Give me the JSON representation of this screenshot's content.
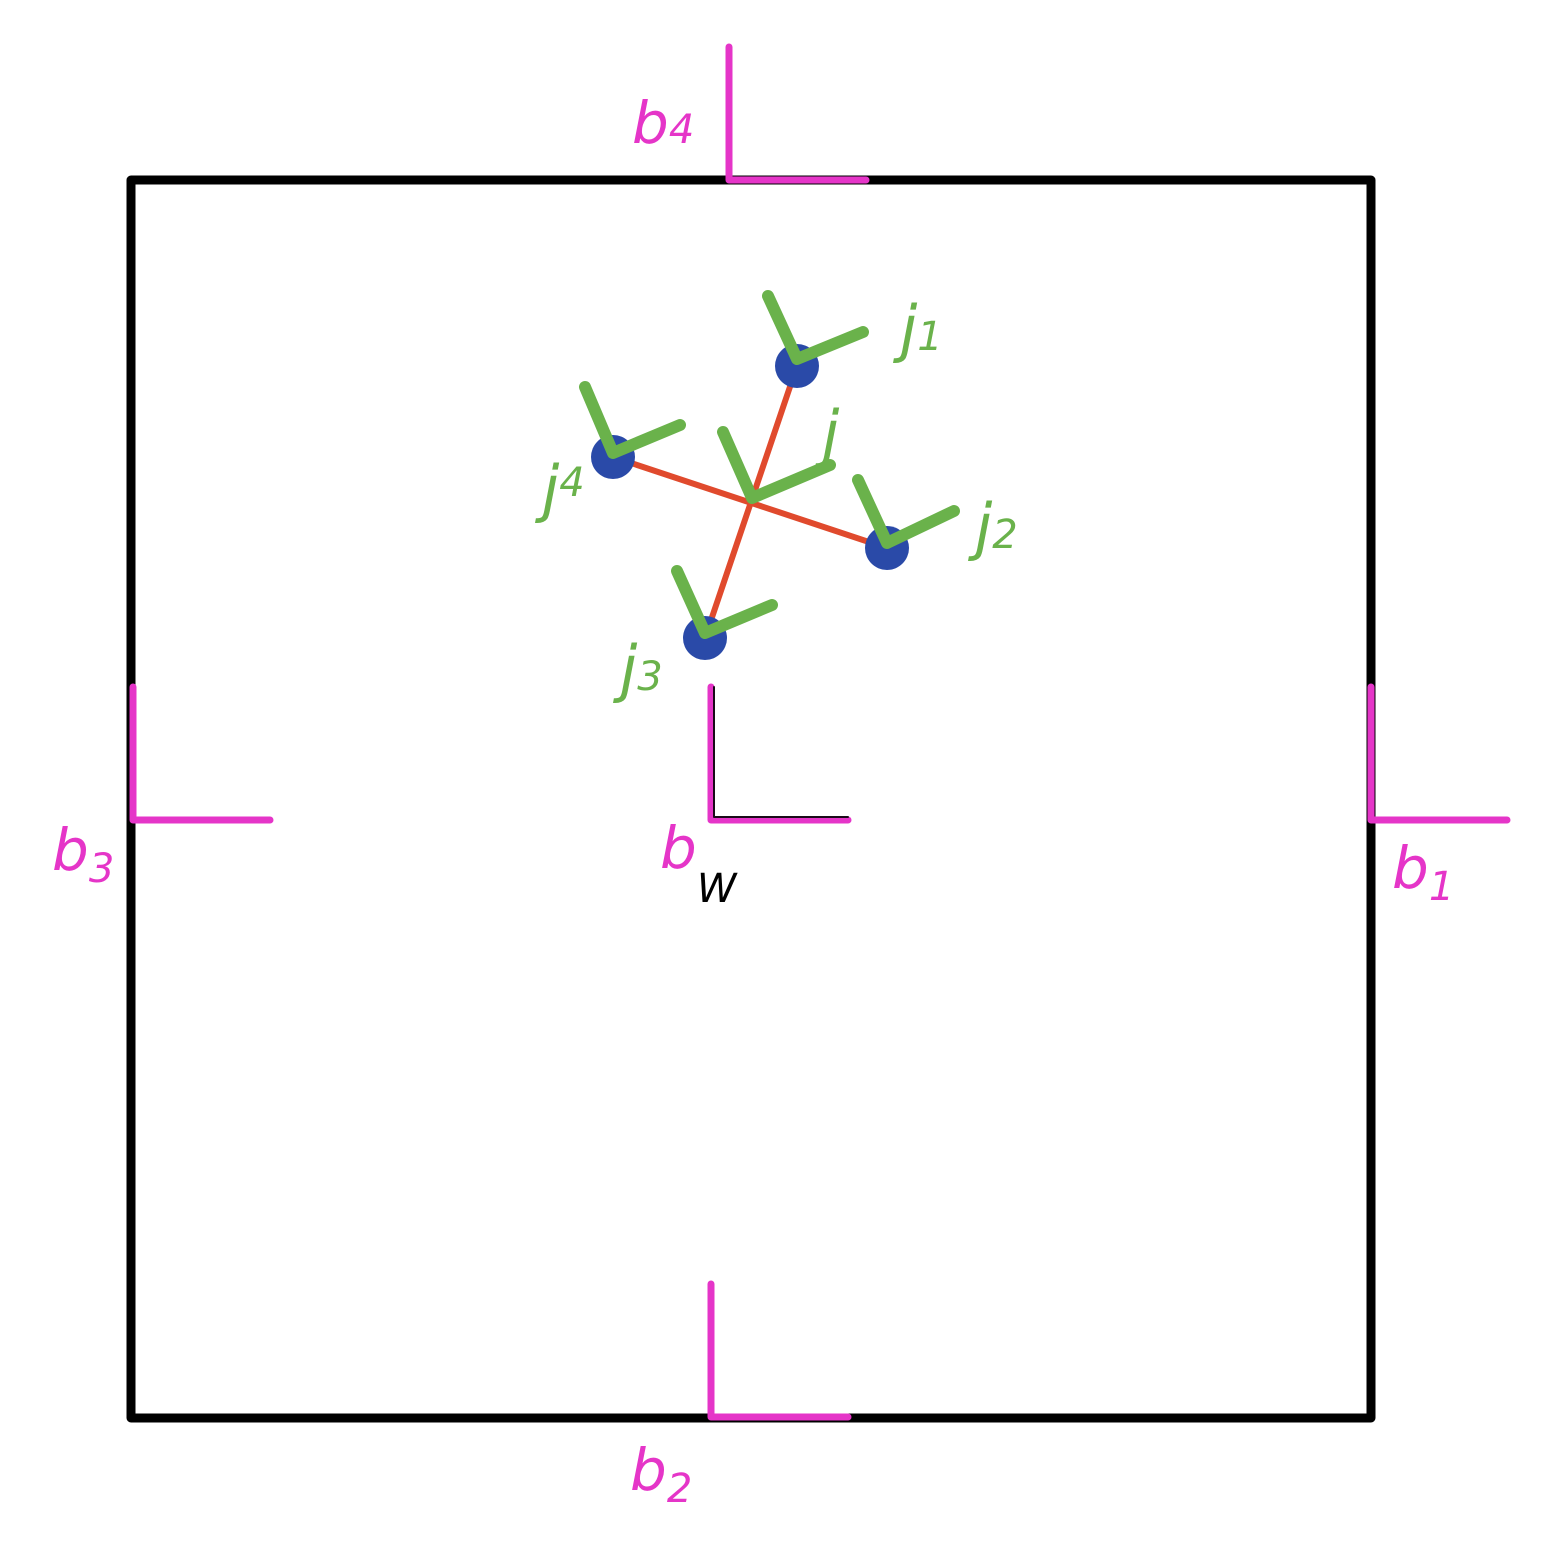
{
  "colors": {
    "boundary": "#000000",
    "body_frames": "#e535c8",
    "joint_frames": "#6ab24b",
    "links": "#e04a2d",
    "joints": "#2a4aa8",
    "world_label": "#000000"
  },
  "body_frames": [
    {
      "name": "b1",
      "base": "b",
      "sub": "1"
    },
    {
      "name": "b2",
      "base": "b",
      "sub": "2"
    },
    {
      "name": "b3",
      "base": "b",
      "sub": "3"
    },
    {
      "name": "b4",
      "base": "b",
      "sub": "4"
    },
    {
      "name": "bW",
      "base": "b",
      "sub": "W"
    }
  ],
  "joint_frames": [
    {
      "name": "j",
      "base": "j",
      "sub": ""
    },
    {
      "name": "j1",
      "base": "j",
      "sub": "1"
    },
    {
      "name": "j2",
      "base": "j",
      "sub": "2"
    },
    {
      "name": "j3",
      "base": "j",
      "sub": "3"
    },
    {
      "name": "j4",
      "base": "j",
      "sub": "4"
    }
  ]
}
